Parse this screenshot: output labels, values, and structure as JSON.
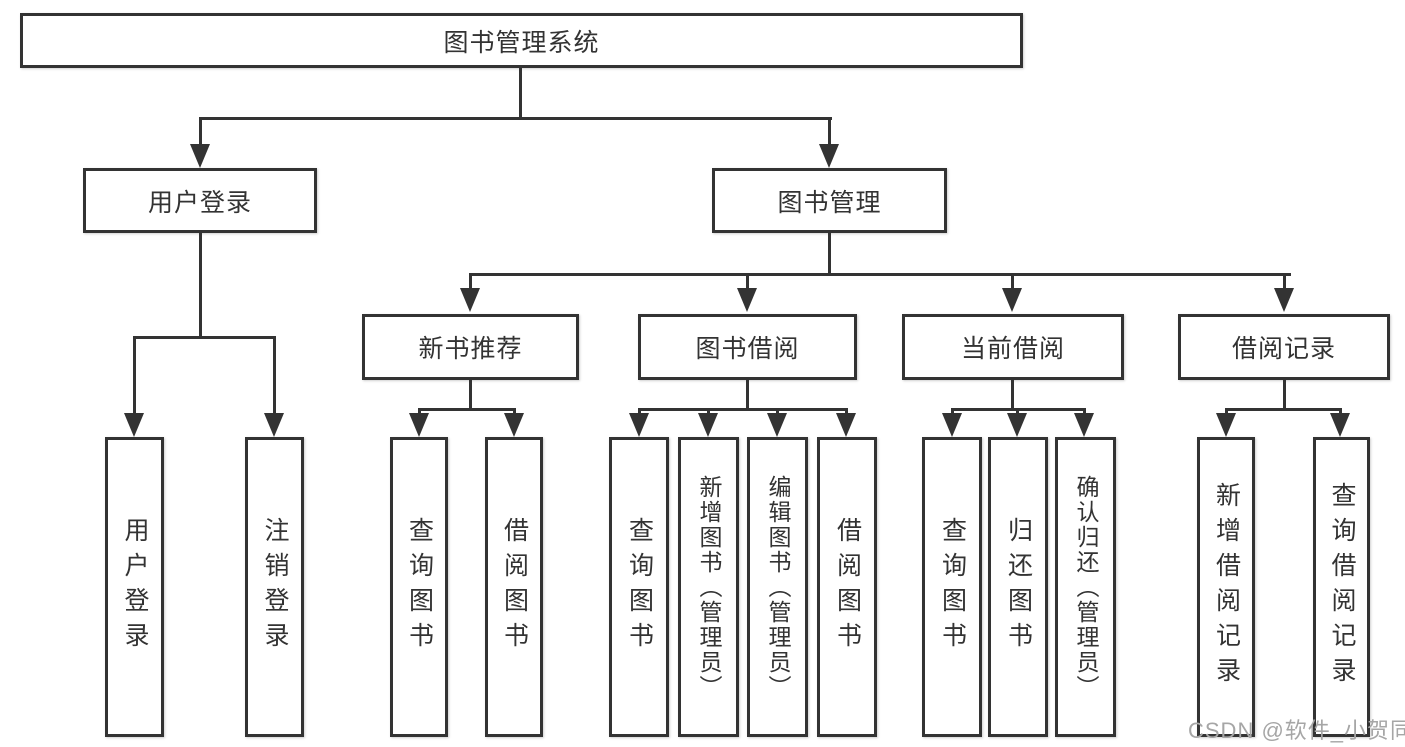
{
  "colors": {
    "line": "#333333",
    "box_border": "#333333",
    "text": "#333333",
    "background": "#ffffff",
    "watermark": "#a6a6a6"
  },
  "watermark": {
    "text": "CSDN @软件_小贺同学"
  },
  "tree": {
    "label": "图书管理系统",
    "children": [
      {
        "label": "用户登录",
        "children": [
          {
            "label": "用户登录"
          },
          {
            "label": "注销登录"
          }
        ]
      },
      {
        "label": "图书管理",
        "children": [
          {
            "label": "新书推荐",
            "children": [
              {
                "label": "查询图书"
              },
              {
                "label": "借阅图书"
              }
            ]
          },
          {
            "label": "图书借阅",
            "children": [
              {
                "label": "查询图书"
              },
              {
                "label": "新增图书（管理员）"
              },
              {
                "label": "编辑图书（管理员）"
              },
              {
                "label": "借阅图书"
              }
            ]
          },
          {
            "label": "当前借阅",
            "children": [
              {
                "label": "查询图书"
              },
              {
                "label": "归还图书"
              },
              {
                "label": "确认归还（管理员）"
              }
            ]
          },
          {
            "label": "借阅记录",
            "children": [
              {
                "label": "新增借阅记录"
              },
              {
                "label": "查询借阅记录"
              }
            ]
          }
        ]
      }
    ]
  }
}
